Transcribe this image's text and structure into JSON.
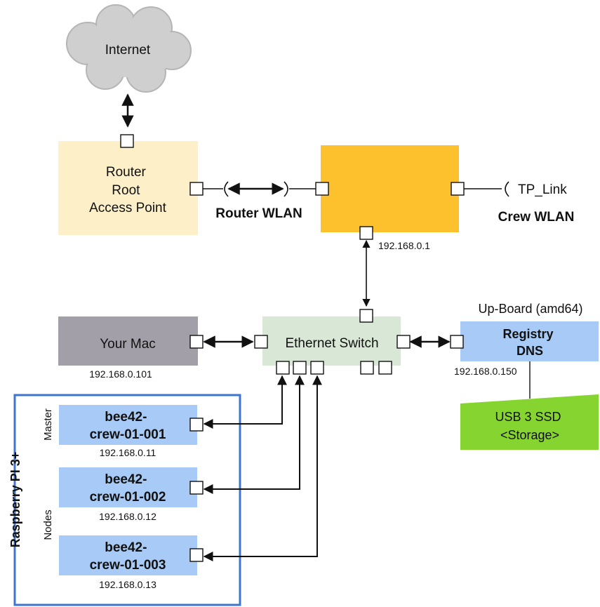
{
  "cloud": {
    "label": "Internet"
  },
  "router": {
    "lines": [
      "Router",
      "Root",
      "Access Point"
    ],
    "link_label": "Router WLAN",
    "color": "#fdefc8"
  },
  "crew_router": {
    "wlan_label": "Crew WLAN",
    "ssid": "TP_Link",
    "ip": "192.168.0.1",
    "color": "#fcc12d"
  },
  "mac": {
    "label": "Your Mac",
    "ip": "192.168.0.101",
    "color": "#a29fa8"
  },
  "switch": {
    "label": "Ethernet Switch",
    "color": "#d9e8d6"
  },
  "upboard": {
    "title": "Up-Board (amd64)",
    "lines": [
      "Registry",
      "DNS"
    ],
    "ip": "192.168.0.150",
    "color": "#a7cbf6"
  },
  "storage": {
    "lines": [
      "USB 3 SSD",
      "<Storage>"
    ],
    "color": "#86d42f"
  },
  "cluster": {
    "label": "Raspberry PI 3+",
    "master_label": "Master",
    "nodes_label": "Nodes",
    "border_color": "#3f74cf",
    "node_color": "#a7cbf6",
    "nodes": [
      {
        "lines": [
          "bee42-",
          "crew-01-001"
        ],
        "ip": "192.168.0.11"
      },
      {
        "lines": [
          "bee42-",
          "crew-01-002"
        ],
        "ip": "192.168.0.12"
      },
      {
        "lines": [
          "bee42-",
          "crew-01-003"
        ],
        "ip": "192.168.0.13"
      }
    ]
  }
}
